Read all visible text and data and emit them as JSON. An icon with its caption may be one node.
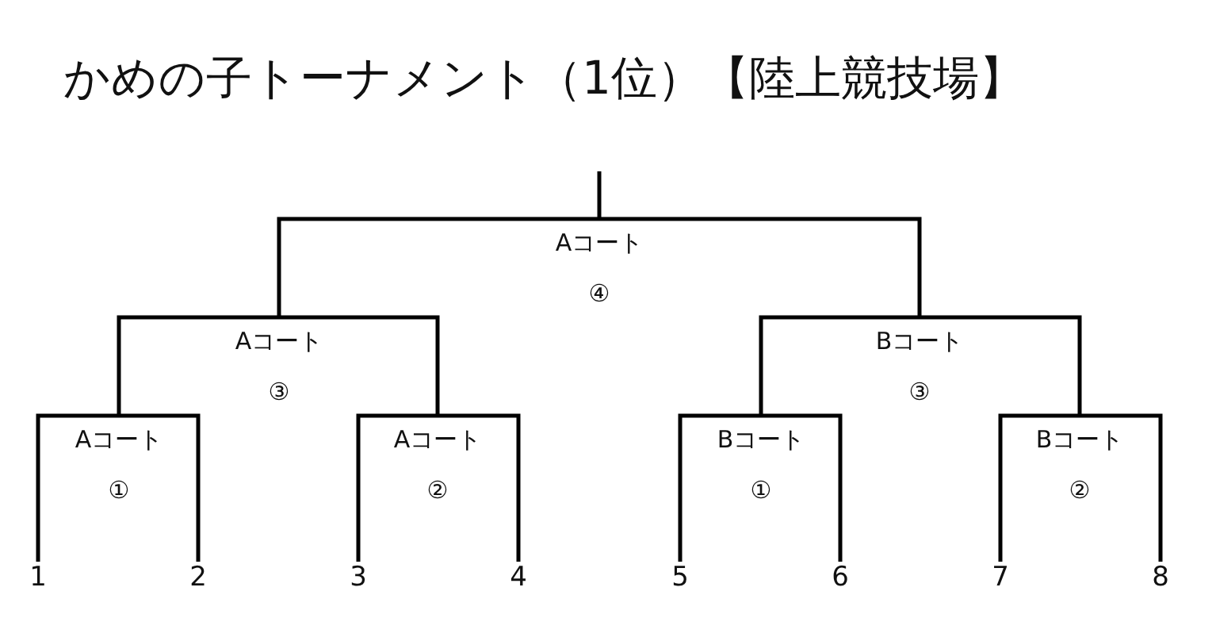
{
  "diagram": {
    "title": "かめの子トーナメント（1位）【陸上競技場】",
    "nodes": [
      {
        "text": [
          "Aコート",
          "④"
        ]
      },
      {
        "text": [
          "Aコート",
          "③"
        ]
      },
      {
        "text": [
          "Bコート",
          "③"
        ]
      },
      {
        "text": [
          "Aコート",
          "①"
        ]
      },
      {
        "text": [
          "Aコート",
          "②"
        ]
      },
      {
        "text": [
          "Bコート",
          "①"
        ]
      },
      {
        "text": [
          "Bコート",
          "②"
        ]
      },
      {
        "text": [
          "1"
        ]
      },
      {
        "text": [
          "2"
        ]
      },
      {
        "text": [
          "3"
        ]
      },
      {
        "text": [
          "4"
        ]
      },
      {
        "text": [
          "5"
        ]
      },
      {
        "text": [
          "6"
        ]
      },
      {
        "text": [
          "7"
        ]
      },
      {
        "text": [
          "8"
        ]
      }
    ],
    "edges": [
      {
        "from": 7,
        "to": 3,
        "arrow": "none"
      },
      {
        "from": 8,
        "to": 3,
        "arrow": "none"
      },
      {
        "from": 9,
        "to": 4,
        "arrow": "none"
      },
      {
        "from": 10,
        "to": 4,
        "arrow": "none"
      },
      {
        "from": 11,
        "to": 5,
        "arrow": "none"
      },
      {
        "from": 12,
        "to": 5,
        "arrow": "none"
      },
      {
        "from": 13,
        "to": 6,
        "arrow": "none"
      },
      {
        "from": 14,
        "to": 6,
        "arrow": "none"
      },
      {
        "from": 3,
        "to": 1,
        "arrow": "none"
      },
      {
        "from": 4,
        "to": 1,
        "arrow": "none"
      },
      {
        "from": 5,
        "to": 2,
        "arrow": "none"
      },
      {
        "from": 6,
        "to": 2,
        "arrow": "none"
      },
      {
        "from": 1,
        "to": 0,
        "arrow": "none"
      },
      {
        "from": 2,
        "to": 0,
        "arrow": "none"
      },
      {
        "from": 0,
        "to": null,
        "arrow": "none"
      }
    ]
  }
}
